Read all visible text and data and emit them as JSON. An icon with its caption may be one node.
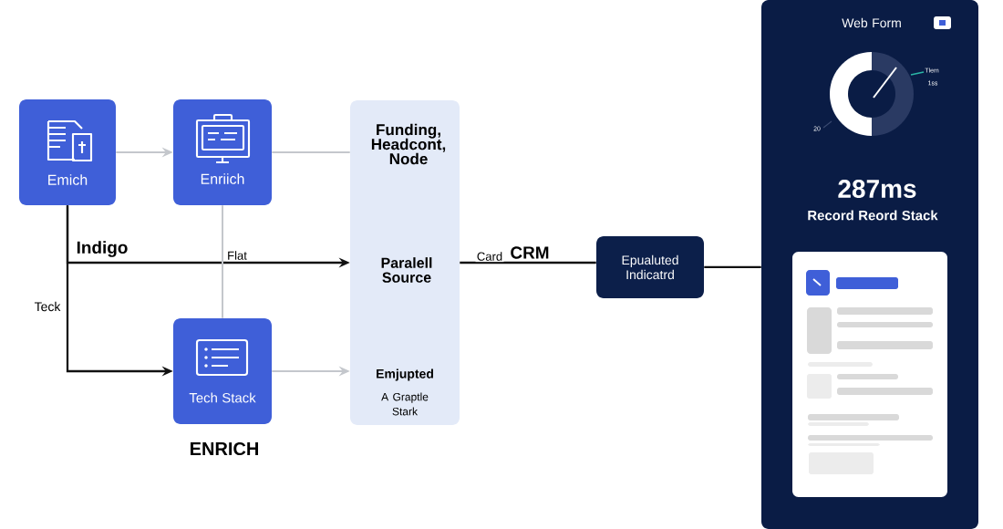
{
  "diagram": {
    "nodes": [
      {
        "text": [
          "Emich"
        ]
      },
      {
        "text": [
          "Enriich"
        ]
      },
      {
        "text": [
          "Tech Stack"
        ],
        "beside": [
          "ENRICH"
        ]
      },
      {
        "text": [
          "Funding, Headcont, Node",
          "Paralell Source",
          "Emjupted",
          "A Graptle Stark"
        ]
      },
      {
        "text": [
          "Epualuted Indicatrd"
        ]
      },
      {
        "text": [
          "Web Form",
          "287ms",
          "Record Reord Stack"
        ]
      }
    ],
    "edges": [
      {
        "from": 0,
        "to": 1,
        "arrow": "to",
        "color": "#c4c7cc"
      },
      {
        "from": 1,
        "to": 3,
        "arrow": "none",
        "color": "#c4c7cc"
      },
      {
        "from": 0,
        "to": 3,
        "arrow": "to",
        "label": "Indigo",
        "color": "#111111"
      },
      {
        "from": 0,
        "to": 2,
        "arrow": "to",
        "label": "Teck",
        "color": "#111111"
      },
      {
        "from": 1,
        "to": 2,
        "arrow": "none",
        "label": "Flat",
        "color": "#c4c7cc"
      },
      {
        "from": 2,
        "to": 3,
        "arrow": "to",
        "color": "#c4c7cc"
      },
      {
        "from": 3,
        "to": 4,
        "arrow": "none",
        "label": "Card",
        "color": "#111111"
      },
      {
        "from": 4,
        "to": 5,
        "arrow": "none",
        "color": "#111111"
      }
    ],
    "labels": [
      "CRM",
      "Tlem",
      "1ss",
      "20"
    ]
  }
}
